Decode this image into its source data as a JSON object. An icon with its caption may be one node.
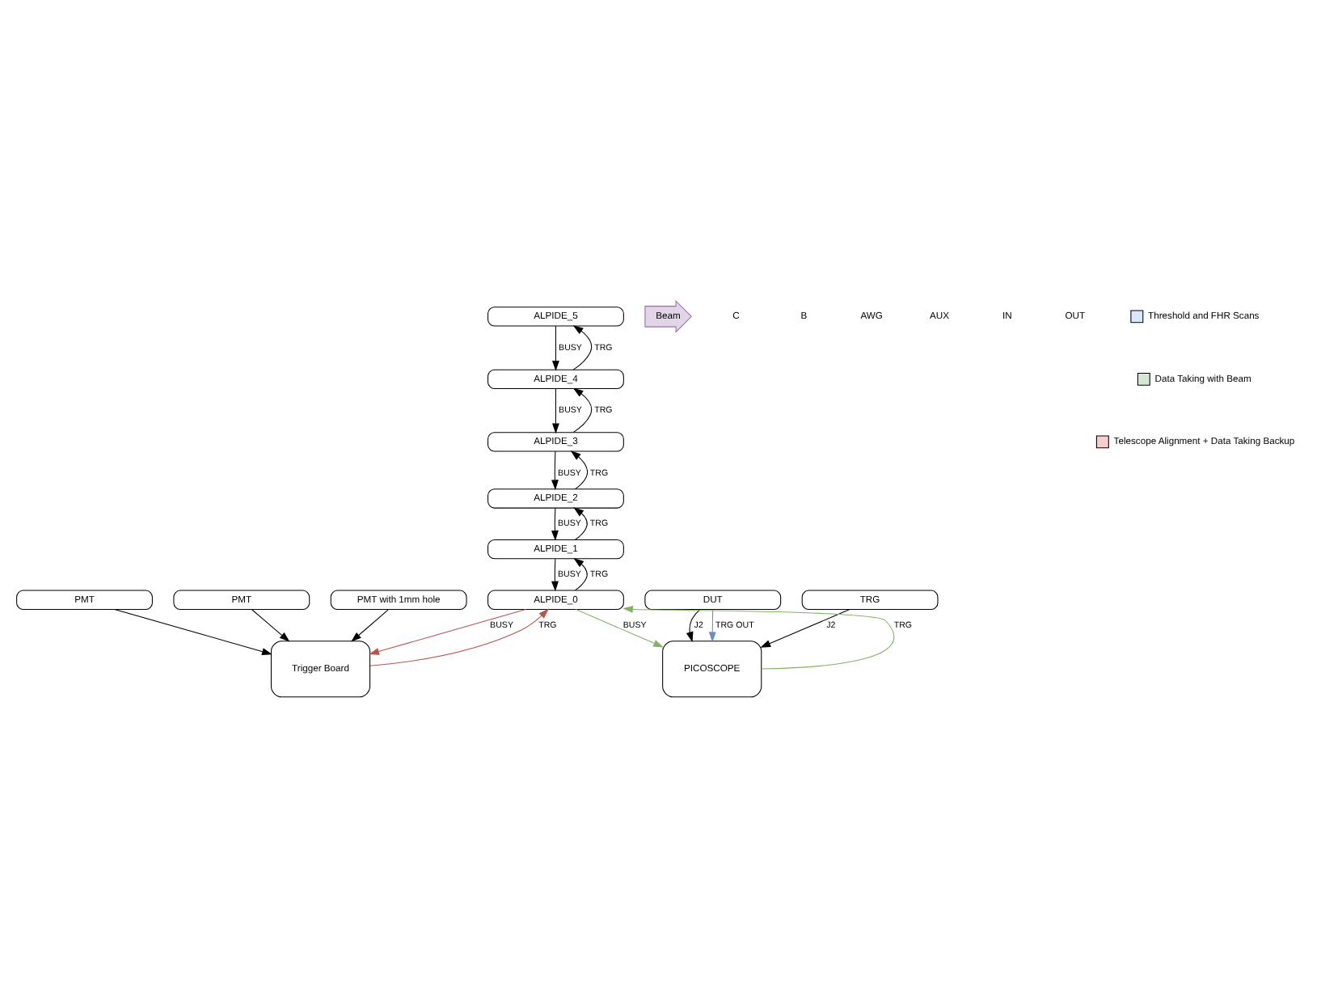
{
  "diagram": {
    "nodes": [
      {
        "text": [
          "PMT"
        ]
      },
      {
        "text": [
          "ALPIDE_5"
        ]
      },
      {
        "text": [
          "ALPIDE_4"
        ]
      },
      {
        "text": [
          "ALPIDE_3"
        ]
      },
      {
        "text": [
          "TRG"
        ]
      },
      {
        "text": [
          "DUT"
        ]
      },
      {
        "text": [
          "PICOSCOPE"
        ]
      },
      {
        "text": [
          "ALPIDE_2"
        ]
      },
      {
        "text": [
          "ALPIDE_1"
        ]
      },
      {
        "text": [
          "ALPIDE_0"
        ]
      },
      {
        "text": [
          "PMT"
        ]
      },
      {
        "text": [
          "PMT with 1mm hole"
        ]
      },
      {
        "text": [
          "Trigger Board"
        ]
      },
      {
        "text": [
          "Beam"
        ]
      }
    ],
    "edges": [
      {
        "from": 0,
        "to": 12,
        "arrow": "to"
      },
      {
        "from": 1,
        "to": 2,
        "arrow": "to",
        "label": "BUSY"
      },
      {
        "from": 2,
        "to": 3,
        "arrow": "to",
        "label": "BUSY"
      },
      {
        "from": 3,
        "to": 7,
        "arrow": "to",
        "label": "BUSY"
      },
      {
        "from": 7,
        "to": 8,
        "arrow": "to",
        "label": "BUSY"
      },
      {
        "from": 8,
        "to": 9,
        "arrow": "to",
        "label": "BUSY"
      },
      {
        "from": 2,
        "to": 1,
        "arrow": "to",
        "label": "TRG"
      },
      {
        "from": 3,
        "to": 2,
        "arrow": "to",
        "label": "TRG"
      },
      {
        "from": 7,
        "to": 3,
        "arrow": "to",
        "label": "TRG"
      },
      {
        "from": 8,
        "to": 7,
        "arrow": "to",
        "label": "TRG"
      },
      {
        "from": 9,
        "to": 8,
        "arrow": "to",
        "label": "TRG"
      },
      {
        "from": 4,
        "to": 6,
        "arrow": "to",
        "label": "J2"
      },
      {
        "from": 5,
        "to": 6,
        "arrow": "to",
        "label": "J2"
      },
      {
        "from": 5,
        "to": 6,
        "arrow": "to",
        "label": "TRG OUT",
        "color": "#6c8ebf"
      },
      {
        "from": 6,
        "to": 9,
        "arrow": "to",
        "label": "TRG",
        "color": "#82b366"
      },
      {
        "from": 9,
        "to": 6,
        "arrow": "to",
        "label": "BUSY",
        "color": "#82b366"
      },
      {
        "from": 9,
        "to": 12,
        "arrow": "to",
        "label": "BUSY",
        "color": "#b85450"
      },
      {
        "from": 12,
        "to": 9,
        "arrow": "to",
        "label": "TRG",
        "color": "#b85450"
      },
      {
        "from": 10,
        "to": 12,
        "arrow": "to"
      },
      {
        "from": 11,
        "to": 12,
        "arrow": "to"
      }
    ],
    "labels": [
      "C",
      "B",
      "AWG",
      "AUX",
      "IN",
      "OUT"
    ],
    "legend": [
      {
        "text": "Threshold and FHR Scans",
        "color": "#dae8fc"
      },
      {
        "text": "Data Taking with Beam",
        "color": "#d5e8d4"
      },
      {
        "text": "Telescope Alignment + Data Taking Backup",
        "color": "#f8cecc"
      }
    ]
  }
}
